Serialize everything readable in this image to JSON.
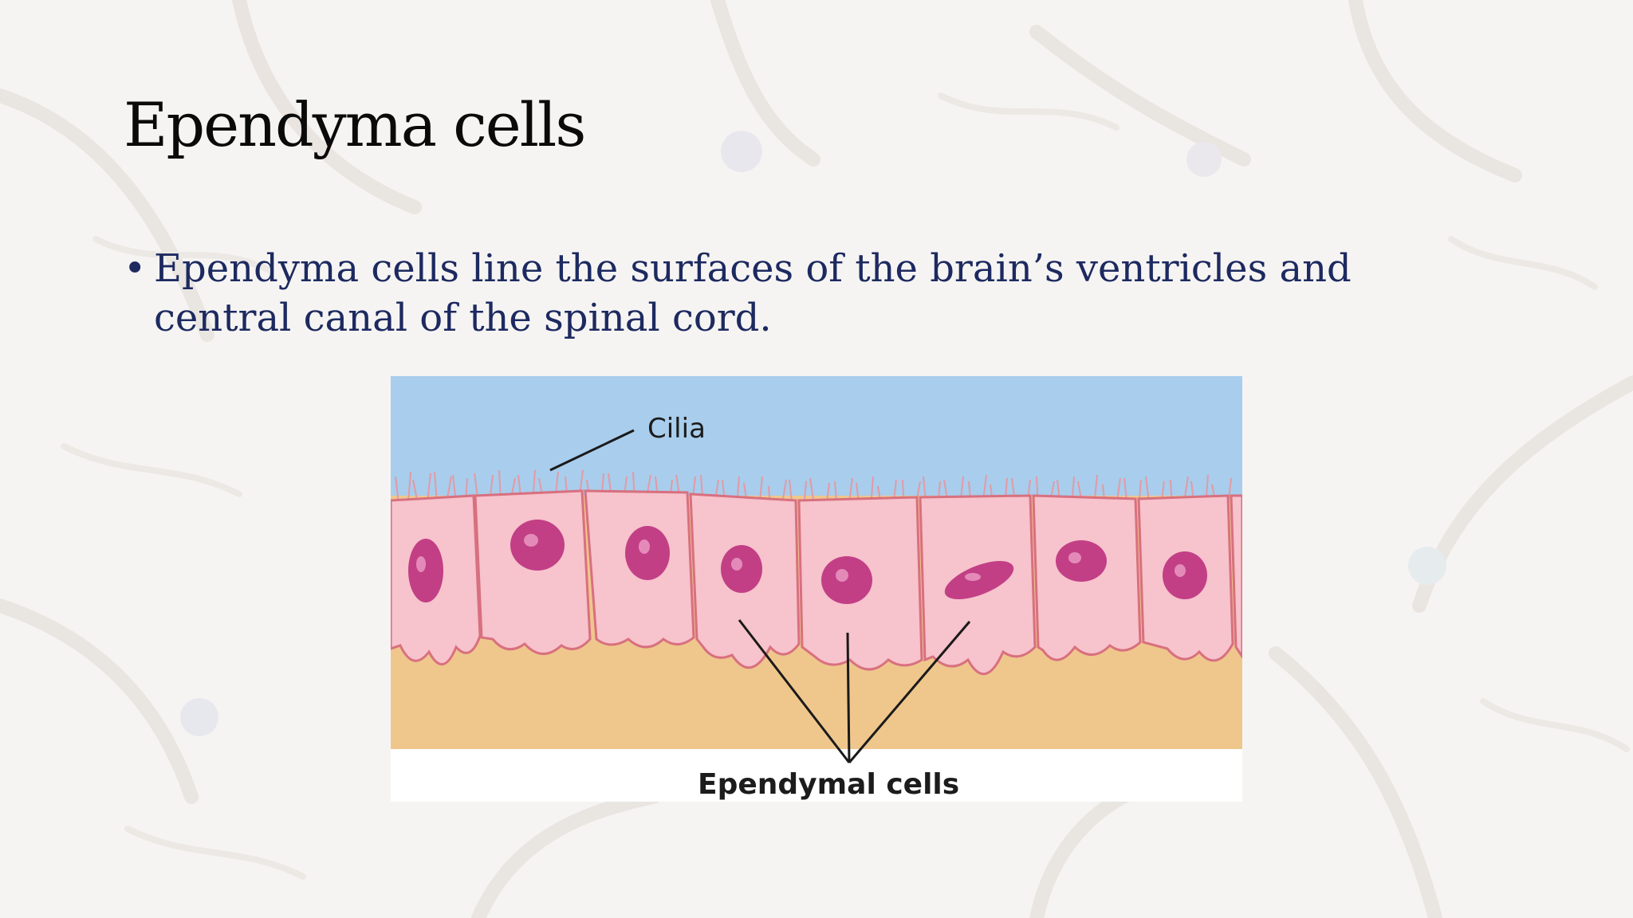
{
  "slide": {
    "title": "Ependyma cells",
    "bullets": [
      {
        "marker": "•",
        "text": "Ependyma cells line the surfaces of the brain’s ventricles and central canal of the spinal cord."
      }
    ]
  },
  "figure": {
    "labels": {
      "cilia": "Cilia",
      "cells": "Ependymal cells"
    }
  },
  "colors": {
    "title": "#0a0a0a",
    "bullet_text": "#1d2a60",
    "fluid": "#a9cdec",
    "cell_fill": "#f7c3cc",
    "cell_border": "#d8707f",
    "nucleus": "#c23f86",
    "tissue": "#efc78c"
  }
}
